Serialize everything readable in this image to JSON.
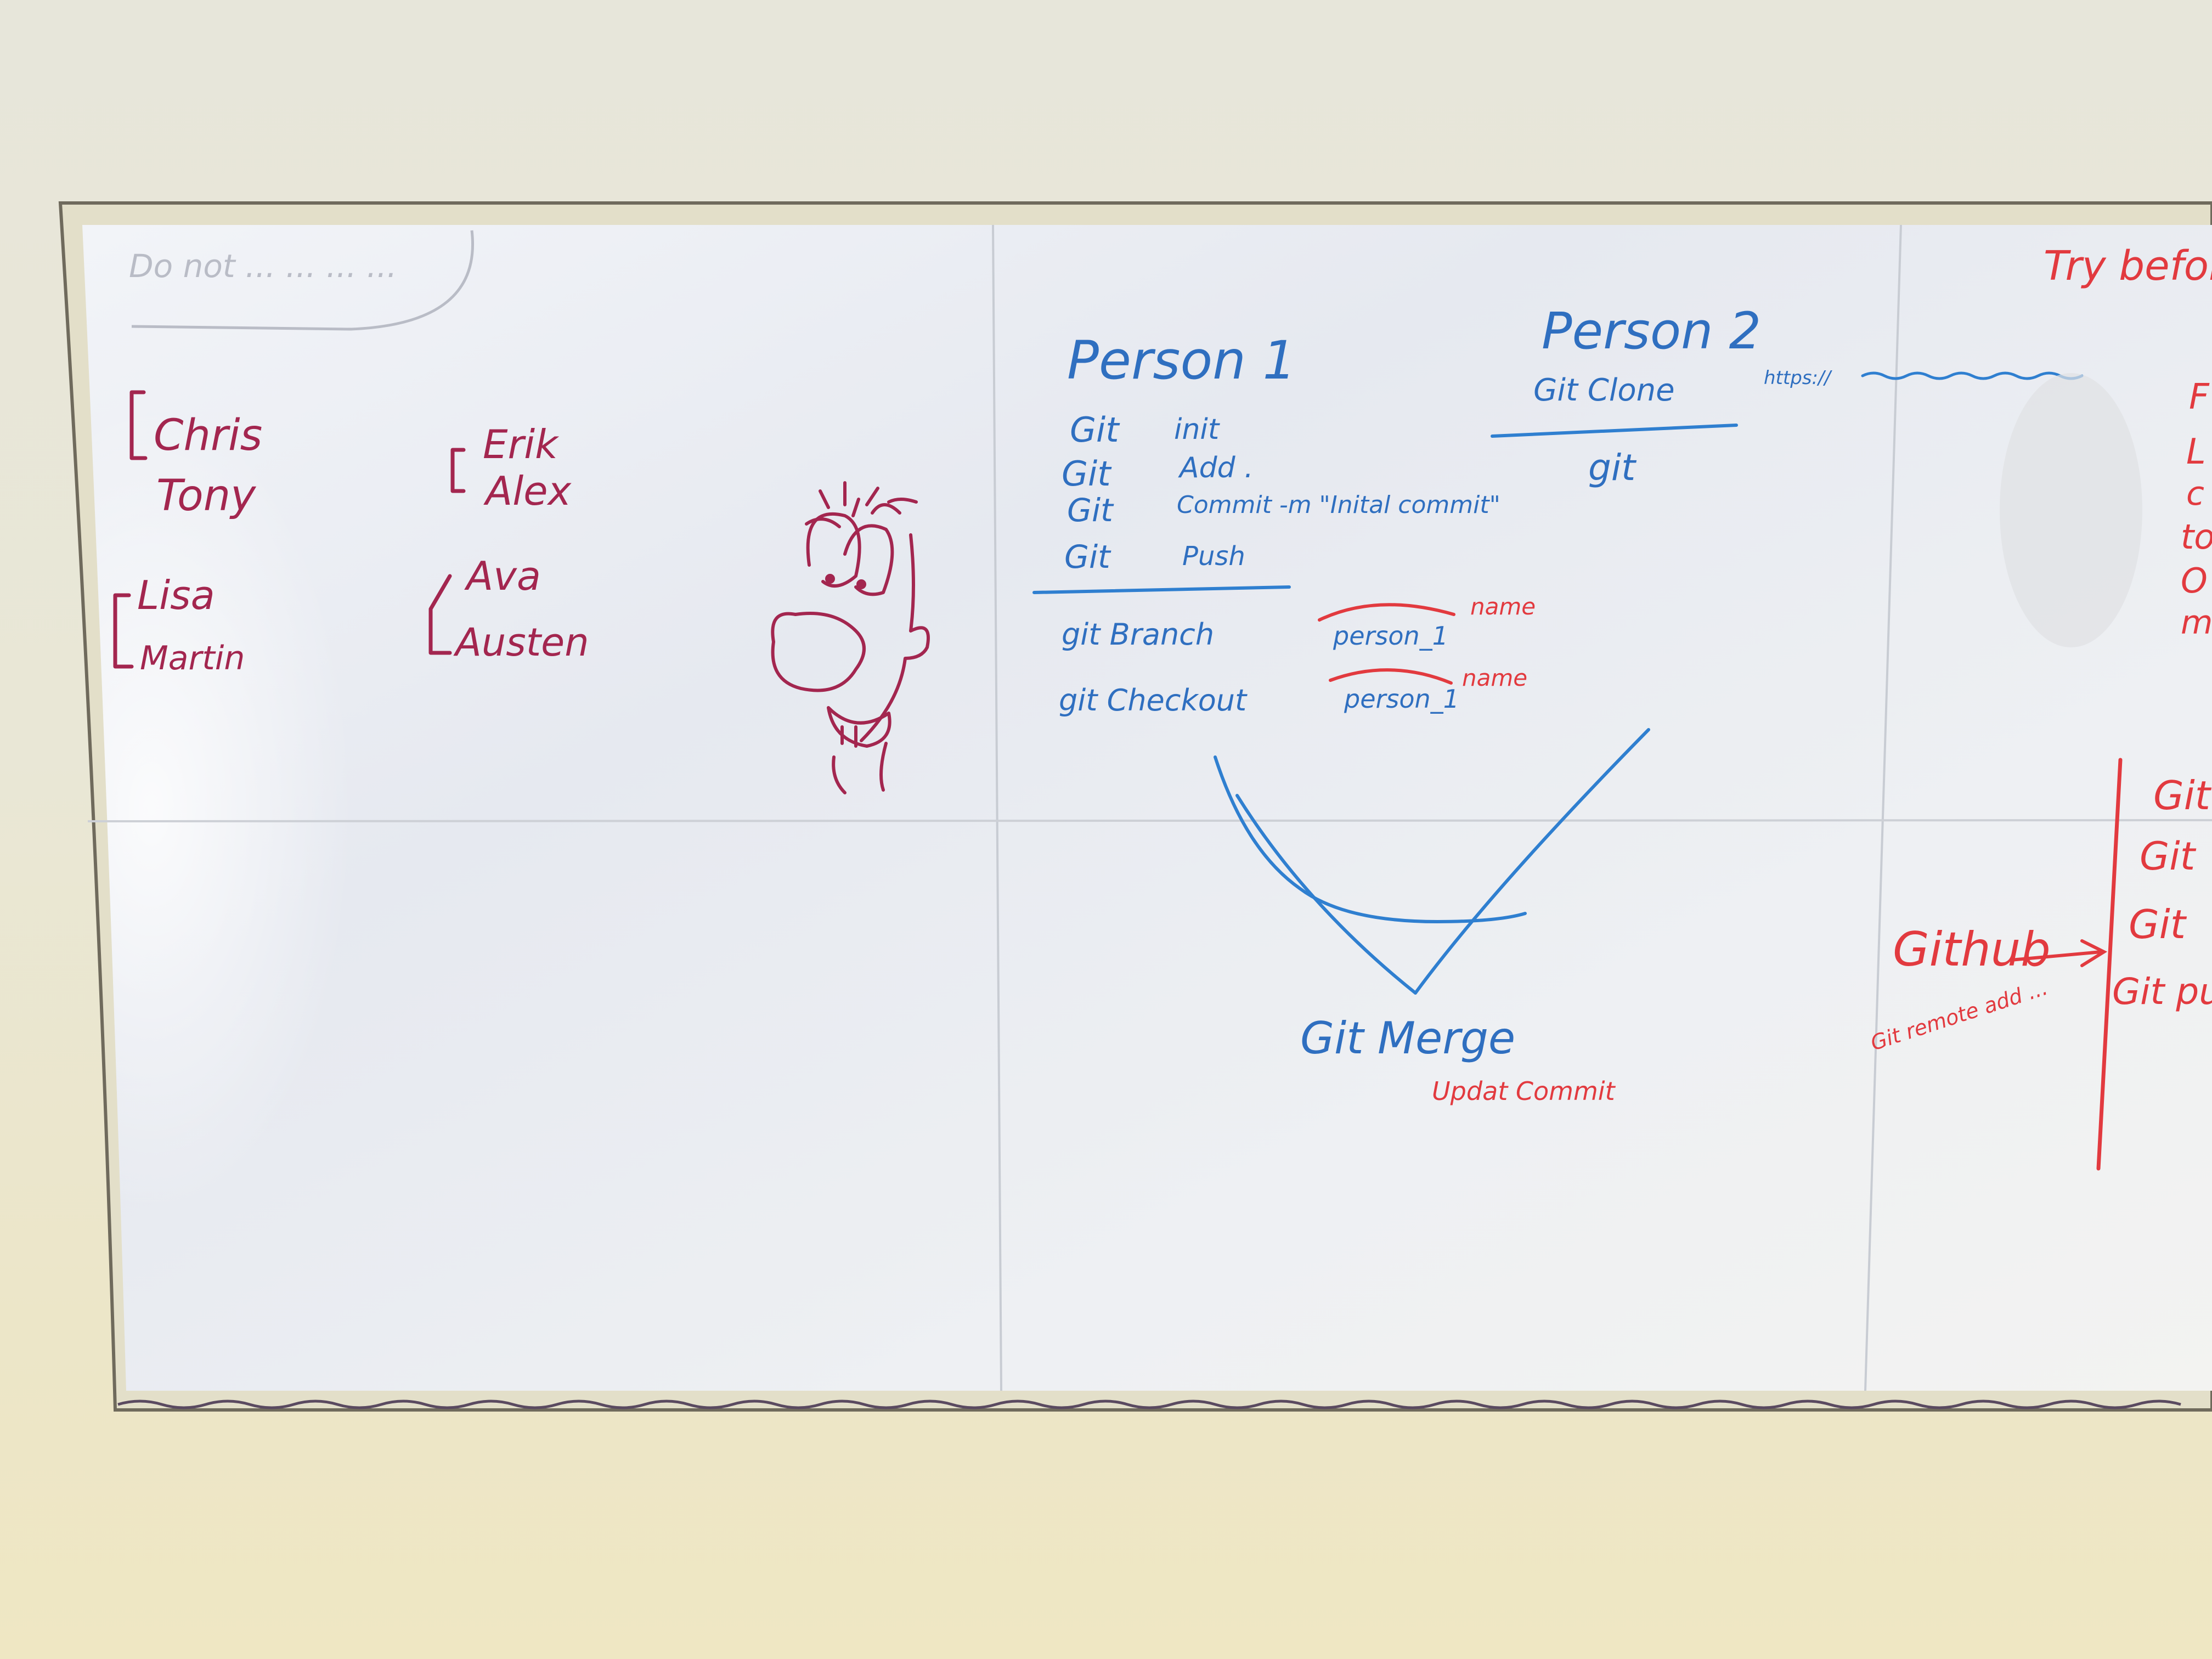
{
  "whiteboard": {
    "faded_note": "Do not ... ... ... ...",
    "left_panel": {
      "group_1": [
        "Chris",
        "Tony"
      ],
      "group_2": [
        "Erik",
        "Alex"
      ],
      "group_3": [
        "Lisa",
        "Martin"
      ],
      "group_4": [
        "Ava",
        "Austen"
      ]
    },
    "middle_panel": {
      "person1_title": "Person 1",
      "person1_commands": [
        {
          "cmd": "Git",
          "arg": "init"
        },
        {
          "cmd": "Git",
          "arg": "Add ."
        },
        {
          "cmd": "Git",
          "arg": "Commit -m \"Inital commit\""
        },
        {
          "cmd": "Git",
          "arg": "Push"
        }
      ],
      "person2_title": "Person 2",
      "person2_clone": "Git Clone",
      "person2_url": "https://",
      "person2_git": "git",
      "branch_cmd": "git Branch",
      "branch_arg": "person_1",
      "branch_note": "name",
      "checkout_cmd": "git Checkout",
      "checkout_arg": "person_1",
      "checkout_note": "name",
      "merge_label": "Git Merge",
      "merge_note": "Updat Commit"
    },
    "right_panel": {
      "heading": "Try before",
      "column_letters": [
        "F",
        "L",
        "c",
        "to",
        "O",
        "m"
      ],
      "github_label": "Github",
      "remote_note": "Git remote add ...",
      "git_list": [
        "Git",
        "Git",
        "Git",
        "Git pu"
      ]
    }
  }
}
